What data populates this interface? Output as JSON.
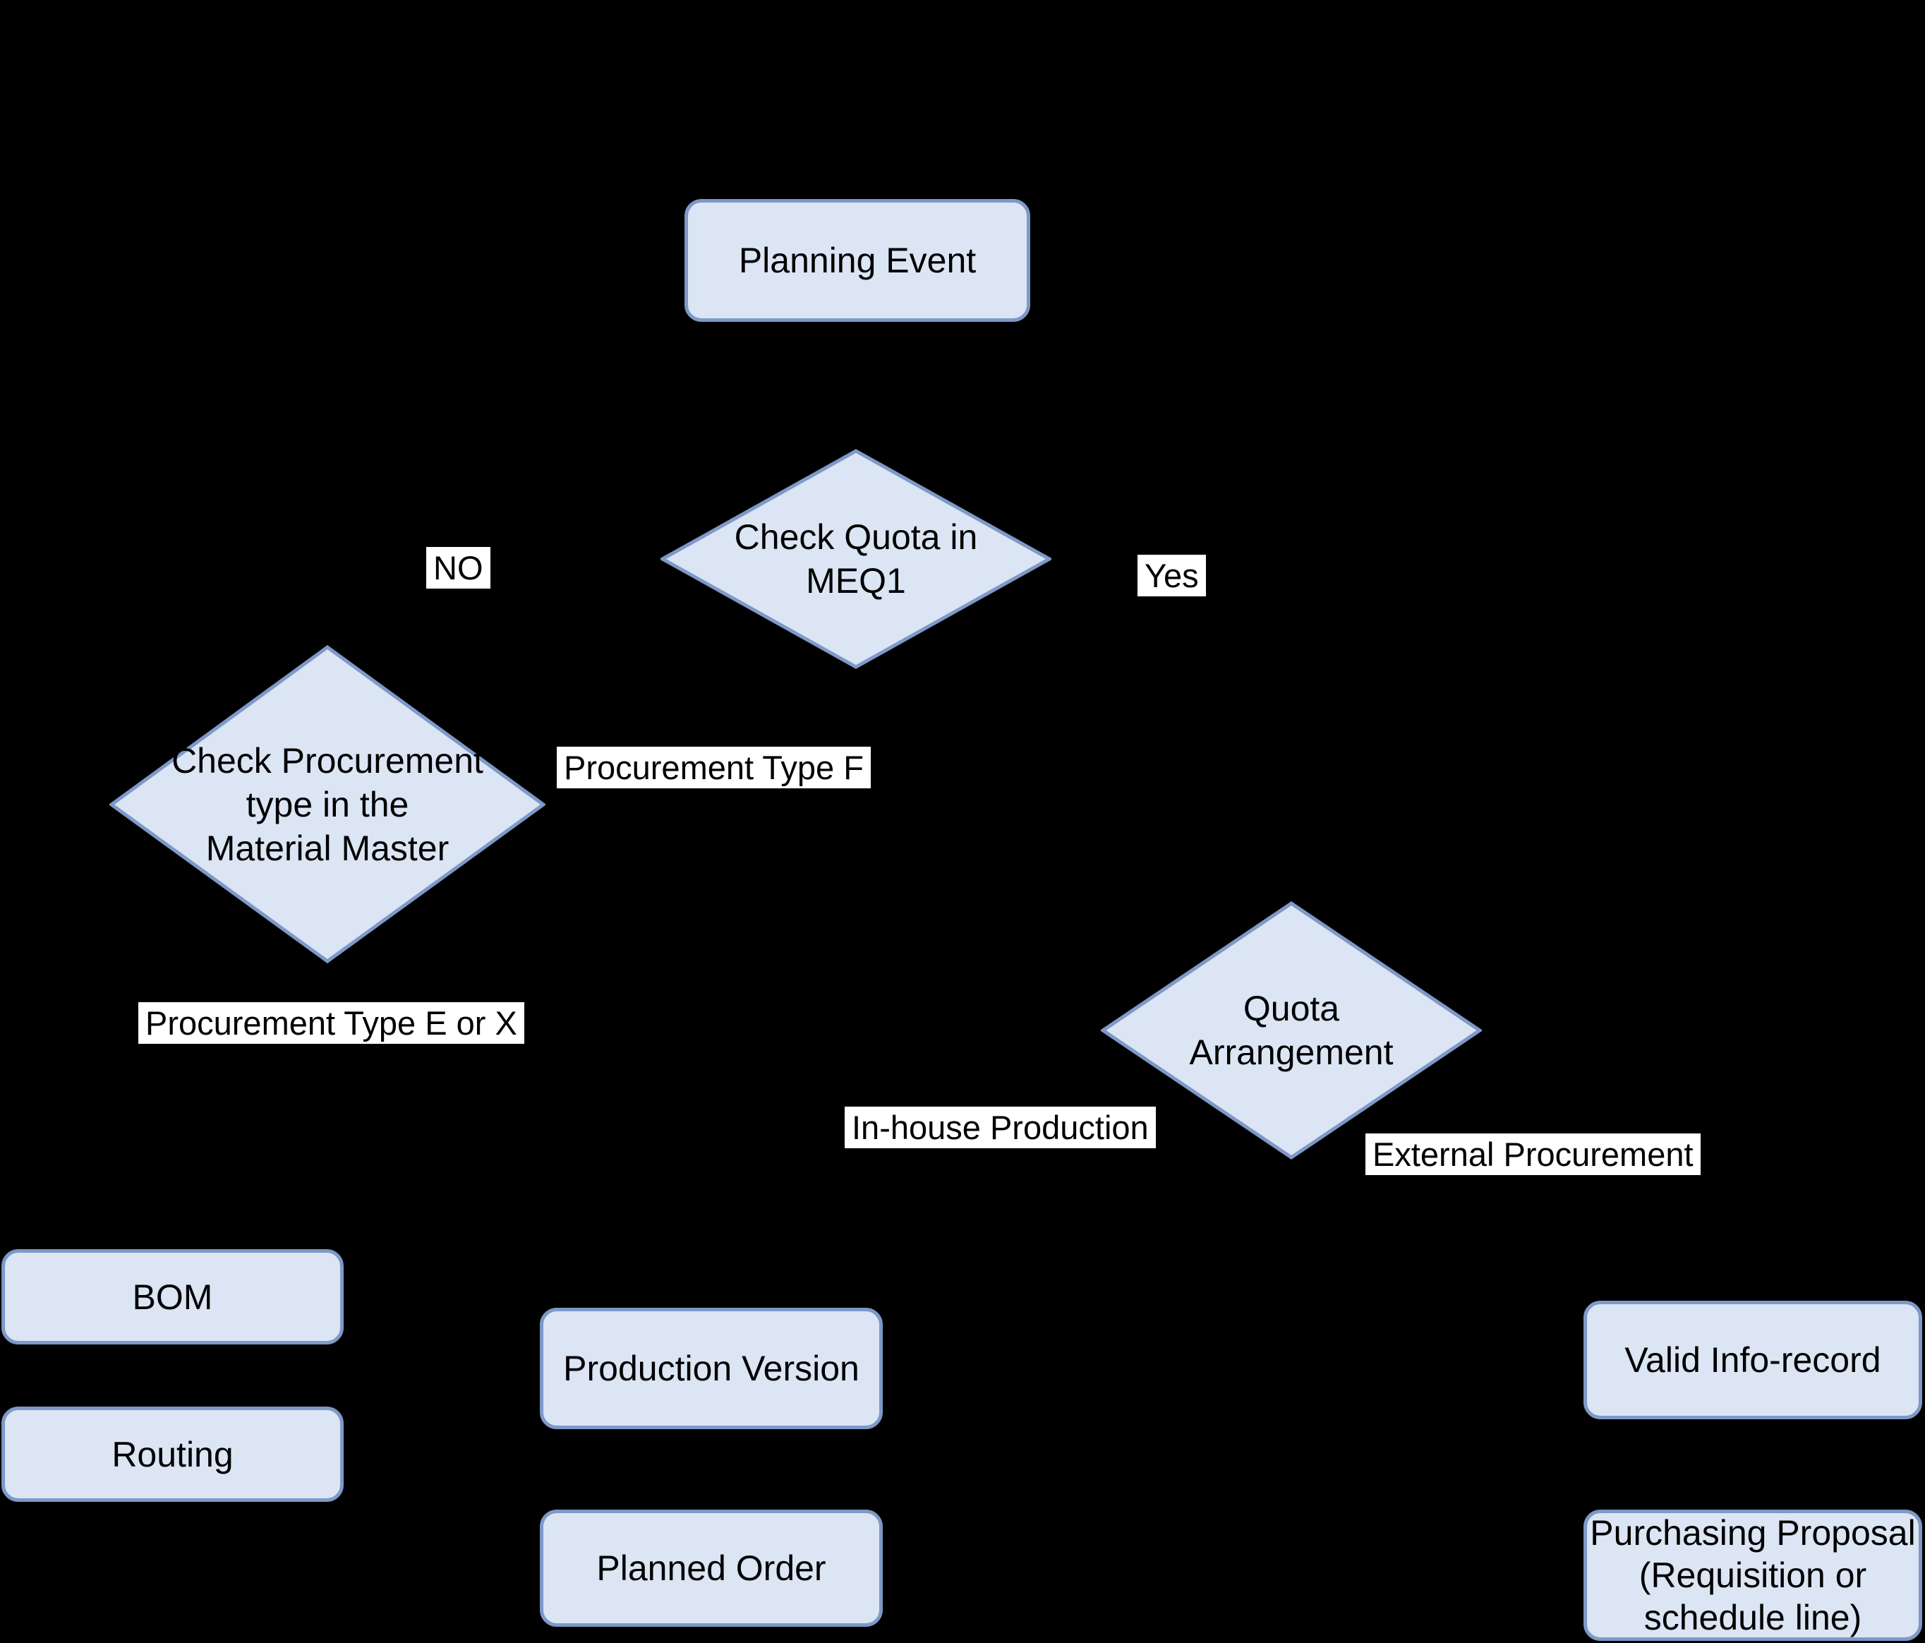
{
  "diagram": {
    "background_color": "#000000",
    "shape_fill_color": "#dbe5f4",
    "shape_border_color": "#7e99c7",
    "edge_label_background": "#ffffff",
    "text_color": "#000000"
  },
  "nodes": {
    "planning_event": {
      "type": "process",
      "label": "Planning Event"
    },
    "check_quota": {
      "type": "decision",
      "label": "Check Quota in\nMEQ1"
    },
    "check_procurement": {
      "type": "decision",
      "label": "Check Procurement\ntype in the\nMaterial Master"
    },
    "quota_arrangement": {
      "type": "decision",
      "label": "Quota\nArrangement"
    },
    "bom": {
      "type": "process",
      "label": "BOM"
    },
    "routing": {
      "type": "process",
      "label": "Routing"
    },
    "production_version": {
      "type": "process",
      "label": "Production Version"
    },
    "planned_order": {
      "type": "process",
      "label": "Planned Order"
    },
    "valid_info_record": {
      "type": "process",
      "label": "Valid Info-record"
    },
    "purchasing_proposal": {
      "type": "process",
      "label": "Purchasing Proposal\n(Requisition or\nschedule line)"
    }
  },
  "edge_labels": {
    "no": "NO",
    "yes": "Yes",
    "procurement_type_f": "Procurement Type F",
    "procurement_type_e_or_x": "Procurement Type E or X",
    "in_house_production": "In-house Production",
    "external_procurement": "External Procurement"
  }
}
